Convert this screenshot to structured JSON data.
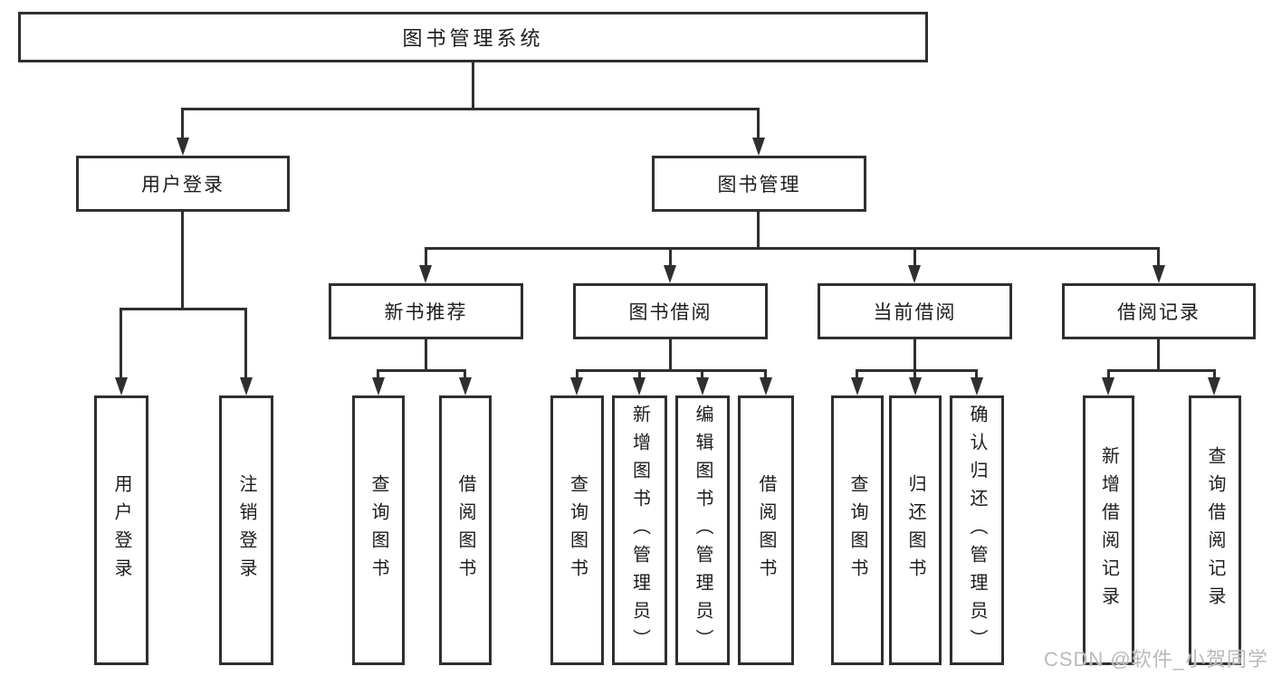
{
  "diagram_type": "hierarchy-tree",
  "tree": {
    "label": "图书管理系统",
    "children": [
      {
        "label": "用户登录",
        "children": [
          {
            "label": "用户登录"
          },
          {
            "label": "注销登录"
          }
        ]
      },
      {
        "label": "图书管理",
        "children": [
          {
            "label": "新书推荐",
            "children": [
              {
                "label": "查询图书"
              },
              {
                "label": "借阅图书"
              }
            ]
          },
          {
            "label": "图书借阅",
            "children": [
              {
                "label": "查询图书"
              },
              {
                "label": "新增图书（管理员）"
              },
              {
                "label": "编辑图书（管理员）"
              },
              {
                "label": "借阅图书"
              }
            ]
          },
          {
            "label": "当前借阅",
            "children": [
              {
                "label": "查询图书"
              },
              {
                "label": "归还图书"
              },
              {
                "label": "确认归还（管理员）"
              }
            ]
          },
          {
            "label": "借阅记录",
            "children": [
              {
                "label": "新增借阅记录"
              },
              {
                "label": "查询借阅记录"
              }
            ]
          }
        ]
      }
    ]
  },
  "watermark": {
    "text": "CSDN @软件_小贺同学"
  },
  "colors": {
    "line": "#2f2f2f",
    "box_border": "#2f2f2f",
    "text": "#1c1c1c",
    "background": "#ffffff",
    "watermark": "#b7babf"
  }
}
